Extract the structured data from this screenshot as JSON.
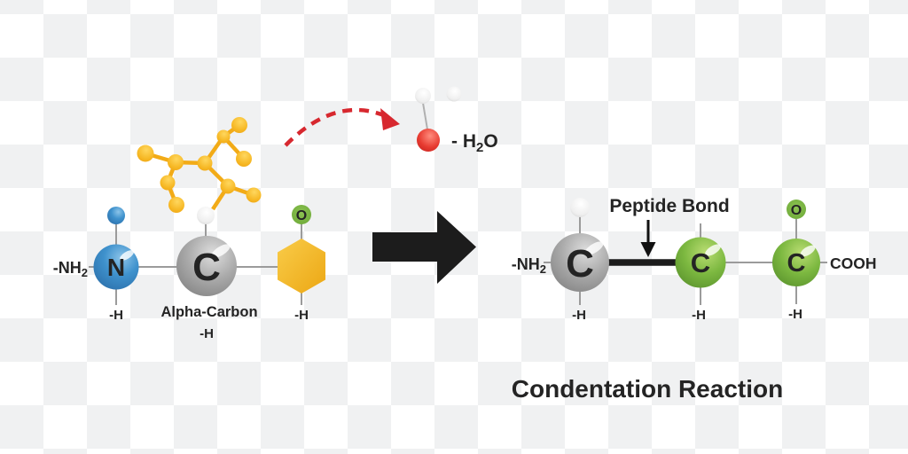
{
  "title": "Condentation Reaction",
  "colors": {
    "nitrogen_blue": "#3f92cd",
    "carbon_gray": "#a9a9a9",
    "carbon_green": "#7cb840",
    "r_group_yellow": "#f6b723",
    "oxygen_red": "#e73a30",
    "oxygen_badge_green": "#76b043",
    "arrow_black": "#1c1c1c",
    "dashed_arrow_red": "#d7282f",
    "bond_gray": "#9b9b9b",
    "checker_gray": "#f0f1f2",
    "text_dark": "#242424"
  },
  "reactant": {
    "amine_label_prefix": "-NH",
    "amine_label_sub": "2",
    "nitrogen_atom": "N",
    "nitrogen_h_label": "-H",
    "alpha_carbon_atom": "C",
    "alpha_carbon_label": "Alpha-Carbon",
    "alpha_carbon_h_label": "-H",
    "oxygen_badge": "O",
    "r_group_h_label": "-H"
  },
  "water": {
    "label_prefix": "- H",
    "label_sub": "2",
    "label_suffix": "O"
  },
  "product": {
    "amine_label_prefix": "-NH",
    "amine_label_sub": "2",
    "carbon1_atom": "C",
    "carbon1_h_label": "-H",
    "peptide_bond_label": "Peptide Bond",
    "carbon2_atom": "C",
    "carbon2_h_label": "-H",
    "carbon3_atom": "C",
    "carbon3_h_label": "-H",
    "oxygen_badge": "O",
    "cooh_label": "COOH"
  }
}
